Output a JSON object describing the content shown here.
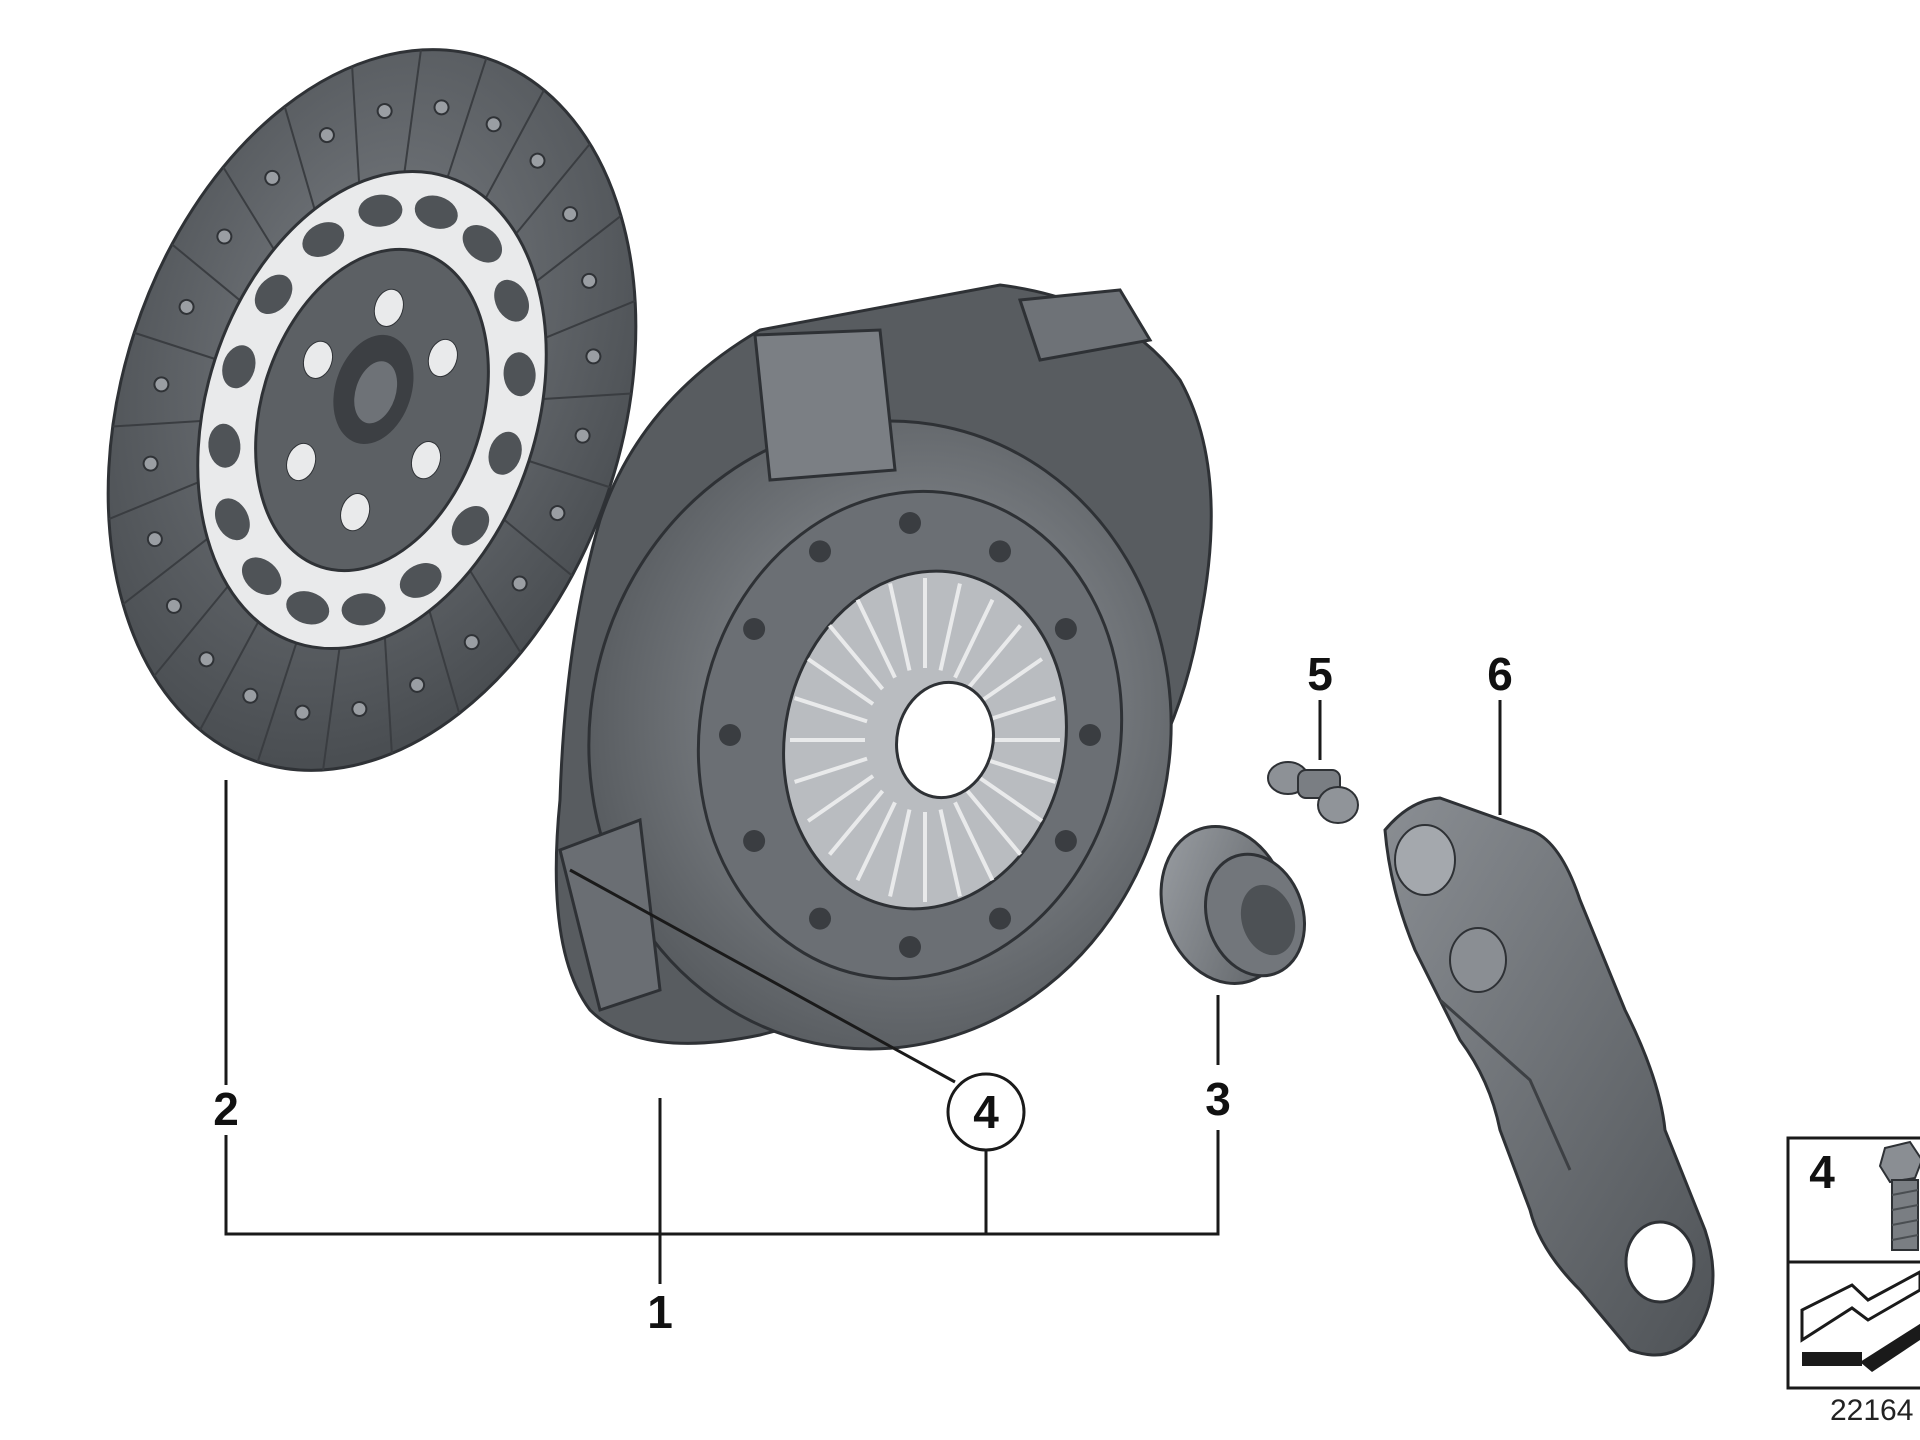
{
  "diagram": {
    "type": "exploded parts diagram",
    "callouts": {
      "pressure_plate": "1",
      "clutch_disc": "2",
      "release_bearing": "3",
      "plate_bolt_circled": "4",
      "guide_stud": "5",
      "release_lever": "6"
    },
    "legend": {
      "bolt_number": "4"
    },
    "document_number": "22164"
  },
  "colors": {
    "part_fill": "#5f6368",
    "part_dark": "#3d4044",
    "part_light": "#8a8e93",
    "line": "#1a1a1a"
  }
}
